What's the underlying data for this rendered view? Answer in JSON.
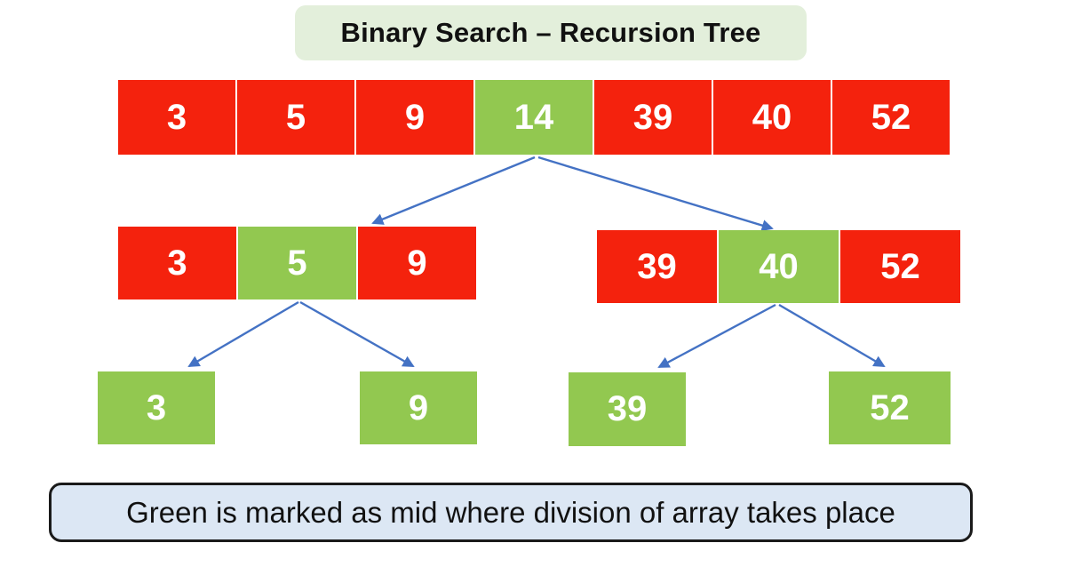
{
  "title": {
    "text": "Binary Search – Recursion Tree"
  },
  "caption": {
    "text": "Green is marked as mid where division of array takes place"
  },
  "colors": {
    "red": "#F4220D",
    "green": "#92C850",
    "title-bg": "#E3EFDB",
    "caption-bg": "#DCE7F4",
    "caption-border": "#1A1A1A",
    "arrow": "#4472C4",
    "number-text": "#FFFFFF",
    "text": "#111111"
  },
  "legend": {
    "green_meaning": "mid element where division of array takes place",
    "red_meaning": "non-mid elements"
  },
  "tree": {
    "root": {
      "values": [
        "3",
        "5",
        "9",
        "14",
        "39",
        "40",
        "52"
      ],
      "mid": "14"
    },
    "left": {
      "values": [
        "3",
        "5",
        "9"
      ],
      "mid": "5"
    },
    "right": {
      "values": [
        "39",
        "40",
        "52"
      ],
      "mid": "40"
    },
    "leaves": [
      "3",
      "9",
      "39",
      "52"
    ]
  }
}
